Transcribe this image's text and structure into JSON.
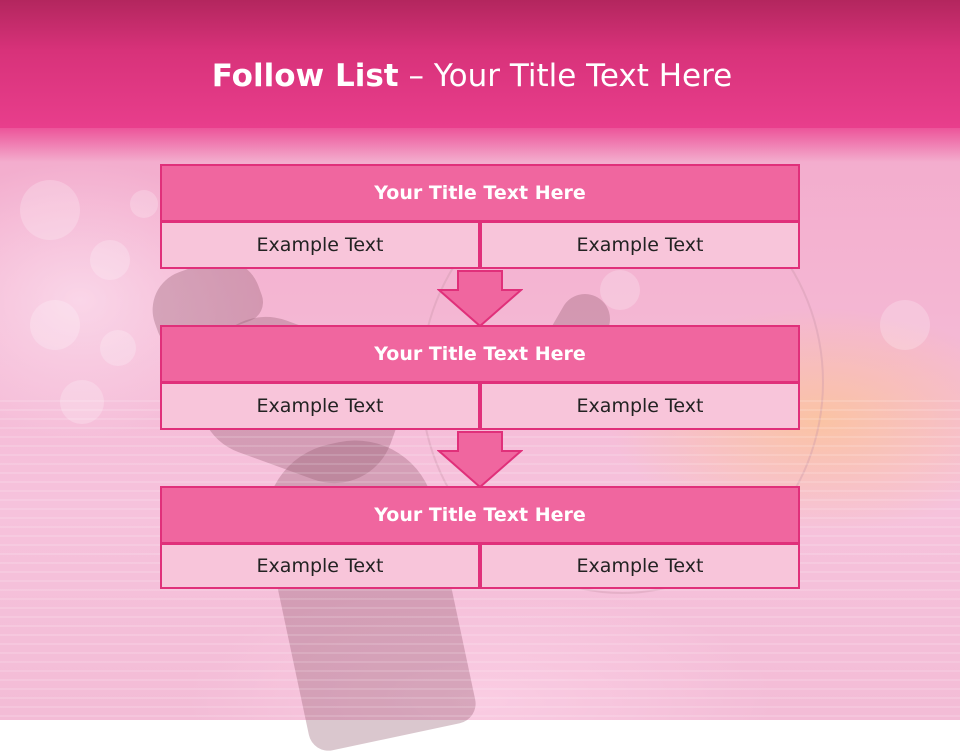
{
  "slide": {
    "title_bold": "Follow List",
    "title_rest": " – Your Title Text Here"
  },
  "rows": [
    {
      "title": "Your Title Text Here",
      "left": "Example Text",
      "right": "Example Text"
    },
    {
      "title": "Your Title Text Here",
      "left": "Example Text",
      "right": "Example Text"
    },
    {
      "title": "Your Title Text Here",
      "left": "Example Text",
      "right": "Example Text"
    }
  ],
  "colors": {
    "header": "#e83e8c",
    "block_title": "#f0669f",
    "block_cell": "#f8c5da",
    "border": "#e0307a"
  }
}
